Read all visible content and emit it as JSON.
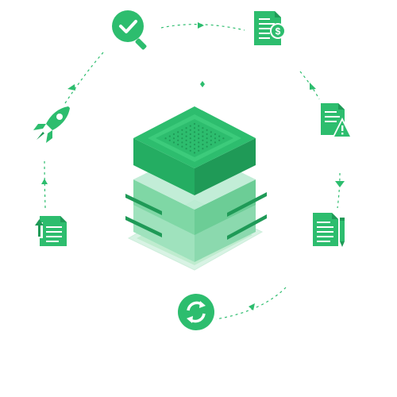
{
  "diagram": {
    "accent": "#2dbd6e",
    "accent_dark": "#1f9a57",
    "accent_light": "#8fe0b1",
    "accent_pale": "#d8f3e4",
    "nodes": [
      {
        "id": "search-check",
        "icon": "magnifier-check-icon"
      },
      {
        "id": "invoice",
        "icon": "invoice-dollar-icon"
      },
      {
        "id": "document-warning",
        "icon": "document-warning-icon"
      },
      {
        "id": "document-edit",
        "icon": "document-pen-icon"
      },
      {
        "id": "sync",
        "icon": "refresh-cycle-icon"
      },
      {
        "id": "document-upload",
        "icon": "document-upload-icon"
      },
      {
        "id": "launch",
        "icon": "rocket-icon"
      }
    ],
    "center": {
      "icon": "server-stack-icon"
    }
  }
}
